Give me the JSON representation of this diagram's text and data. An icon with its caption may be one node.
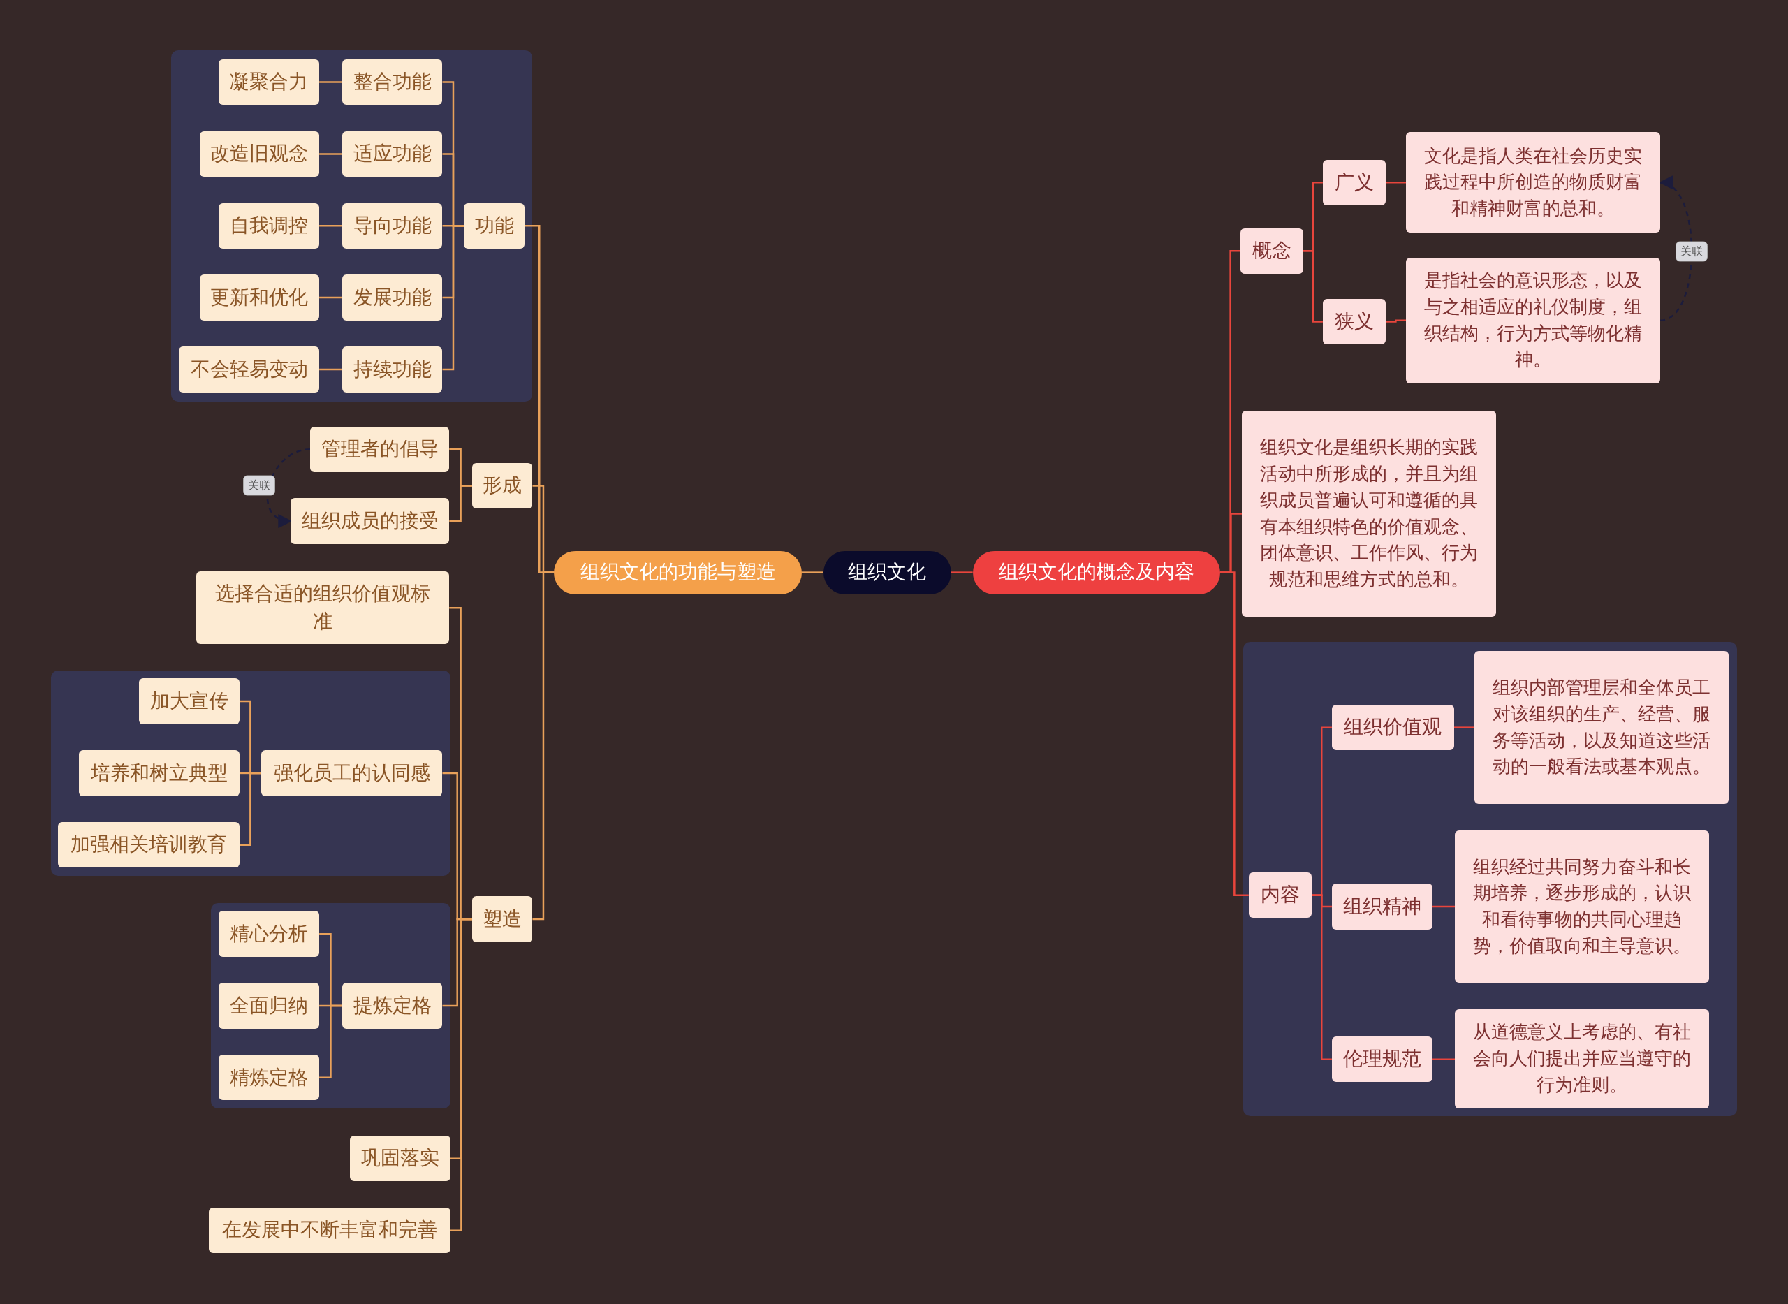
{
  "diagram": {
    "nodes": [
      {
        "text": [
          "组织文化"
        ]
      },
      {
        "text": [
          "组织文化的功能与塑造"
        ]
      },
      {
        "text": [
          "组织文化的概念及内容"
        ]
      },
      {
        "text": [],
        "shape": "box"
      },
      {
        "text": [
          "功能"
        ],
        "in": 3
      },
      {
        "text": [
          "整合功能"
        ],
        "in": 3
      },
      {
        "text": [
          "凝聚合力"
        ],
        "in": 3
      },
      {
        "text": [
          "适应功能"
        ],
        "in": 3
      },
      {
        "text": [
          "改造旧观念"
        ],
        "in": 3
      },
      {
        "text": [
          "导向功能"
        ],
        "in": 3
      },
      {
        "text": [
          "自我调控"
        ],
        "in": 3
      },
      {
        "text": [
          "发展功能"
        ],
        "in": 3
      },
      {
        "text": [
          "更新和优化"
        ],
        "in": 3
      },
      {
        "text": [
          "持续功能"
        ],
        "in": 3
      },
      {
        "text": [
          "不会轻易变动"
        ],
        "in": 3
      },
      {
        "text": [
          "形成"
        ]
      },
      {
        "text": [
          "管理者的倡导"
        ]
      },
      {
        "text": [
          "组织成员的接受"
        ]
      },
      {
        "text": [
          "塑造"
        ]
      },
      {
        "text": [
          "选择合适的组织价值观标准"
        ]
      },
      {
        "text": [],
        "shape": "box"
      },
      {
        "text": [
          "强化员工的认同感"
        ],
        "in": 20
      },
      {
        "text": [
          "加大宣传"
        ],
        "in": 20
      },
      {
        "text": [
          "培养和树立典型"
        ],
        "in": 20
      },
      {
        "text": [
          "加强相关培训教育"
        ],
        "in": 20
      },
      {
        "text": [],
        "shape": "box"
      },
      {
        "text": [
          "提炼定格"
        ],
        "in": 25
      },
      {
        "text": [
          "精心分析"
        ],
        "in": 25
      },
      {
        "text": [
          "全面归纳"
        ],
        "in": 25
      },
      {
        "text": [
          "精炼定格"
        ],
        "in": 25
      },
      {
        "text": [
          "巩固落实"
        ]
      },
      {
        "text": [
          "在发展中不断丰富和完善"
        ]
      },
      {
        "text": [
          "概念"
        ]
      },
      {
        "text": [
          "广义"
        ]
      },
      {
        "text": [
          "文化是指人类在社会历史实践过程中所创造的物质财富和精神财富的总和。"
        ]
      },
      {
        "text": [
          "狭义"
        ]
      },
      {
        "text": [
          "是指社会的意识形态，以及与之相适应的礼仪制度，组织结构，行为方式等物化精神。"
        ]
      },
      {
        "text": [
          "组织文化是组织长期的实践活动中所形成的，并且为组织成员普遍认可和遵循的具有本组织特色的价值观念、团体意识、工作作风、行为规范和思维方式的总和。"
        ]
      },
      {
        "text": [],
        "shape": "box"
      },
      {
        "text": [
          "内容"
        ],
        "in": 38
      },
      {
        "text": [
          "组织价值观"
        ],
        "in": 38
      },
      {
        "text": [
          "组织内部管理层和全体员工对该组织的生产、经营、服务等活动，以及知道这些活动的一般看法或基本观点。"
        ],
        "in": 38
      },
      {
        "text": [
          "组织精神"
        ],
        "in": 38
      },
      {
        "text": [
          "组织经过共同努力奋斗和长期培养，逐步形成的，认识和看待事物的共同心理趋势，价值取向和主导意识。"
        ],
        "in": 38
      },
      {
        "text": [
          "伦理规范"
        ],
        "in": 38
      },
      {
        "text": [
          "从道德意义上考虑的、有社会向人们提出并应当遵守的行为准则。"
        ],
        "in": 38
      }
    ],
    "edges": [
      {
        "from": 0,
        "to": 1,
        "arrow": "none"
      },
      {
        "from": 0,
        "to": 2,
        "arrow": "none",
        "color": "#e8453c"
      },
      {
        "from": 1,
        "to": 4,
        "arrow": "none"
      },
      {
        "from": 1,
        "to": 15,
        "arrow": "none"
      },
      {
        "from": 1,
        "to": 18,
        "arrow": "none"
      },
      {
        "from": 4,
        "to": 5,
        "arrow": "none"
      },
      {
        "from": 4,
        "to": 7,
        "arrow": "none"
      },
      {
        "from": 4,
        "to": 9,
        "arrow": "none"
      },
      {
        "from": 4,
        "to": 11,
        "arrow": "none"
      },
      {
        "from": 4,
        "to": 13,
        "arrow": "none"
      },
      {
        "from": 5,
        "to": 6,
        "arrow": "none"
      },
      {
        "from": 7,
        "to": 8,
        "arrow": "none"
      },
      {
        "from": 9,
        "to": 10,
        "arrow": "none"
      },
      {
        "from": 11,
        "to": 12,
        "arrow": "none"
      },
      {
        "from": 13,
        "to": 14,
        "arrow": "none"
      },
      {
        "from": 15,
        "to": 16,
        "arrow": "none"
      },
      {
        "from": 15,
        "to": 17,
        "arrow": "none"
      },
      {
        "from": 16,
        "to": 17,
        "arrow": "to",
        "label": "关联",
        "style": "dashed",
        "color": "#1c1c3c"
      },
      {
        "from": 18,
        "to": 19,
        "arrow": "none"
      },
      {
        "from": 18,
        "to": 21,
        "arrow": "none"
      },
      {
        "from": 18,
        "to": 26,
        "arrow": "none"
      },
      {
        "from": 18,
        "to": 30,
        "arrow": "none"
      },
      {
        "from": 18,
        "to": 31,
        "arrow": "none"
      },
      {
        "from": 21,
        "to": 22,
        "arrow": "none"
      },
      {
        "from": 21,
        "to": 23,
        "arrow": "none"
      },
      {
        "from": 21,
        "to": 24,
        "arrow": "none"
      },
      {
        "from": 26,
        "to": 27,
        "arrow": "none"
      },
      {
        "from": 26,
        "to": 28,
        "arrow": "none"
      },
      {
        "from": 26,
        "to": 29,
        "arrow": "none"
      },
      {
        "from": 2,
        "to": 32,
        "arrow": "none",
        "color": "#e8453c"
      },
      {
        "from": 2,
        "to": 37,
        "arrow": "none",
        "color": "#e8453c"
      },
      {
        "from": 2,
        "to": 39,
        "arrow": "none",
        "color": "#e8453c"
      },
      {
        "from": 32,
        "to": 33,
        "arrow": "none",
        "color": "#e8453c"
      },
      {
        "from": 32,
        "to": 35,
        "arrow": "none",
        "color": "#e8453c"
      },
      {
        "from": 33,
        "to": 34,
        "arrow": "none",
        "color": "#e8453c"
      },
      {
        "from": 35,
        "to": 36,
        "arrow": "none",
        "color": "#e8453c"
      },
      {
        "from": 36,
        "to": 34,
        "arrow": "to",
        "label": "关联",
        "style": "dashed",
        "color": "#1c1c3c"
      },
      {
        "from": 39,
        "to": 40,
        "arrow": "none",
        "color": "#e8453c"
      },
      {
        "from": 39,
        "to": 42,
        "arrow": "none",
        "color": "#e8453c"
      },
      {
        "from": 39,
        "to": 44,
        "arrow": "none",
        "color": "#e8453c"
      },
      {
        "from": 40,
        "to": 41,
        "arrow": "none",
        "color": "#e8453c"
      },
      {
        "from": 42,
        "to": 43,
        "arrow": "none",
        "color": "#e8453c"
      },
      {
        "from": 44,
        "to": 45,
        "arrow": "none",
        "color": "#e8453c"
      }
    ]
  }
}
